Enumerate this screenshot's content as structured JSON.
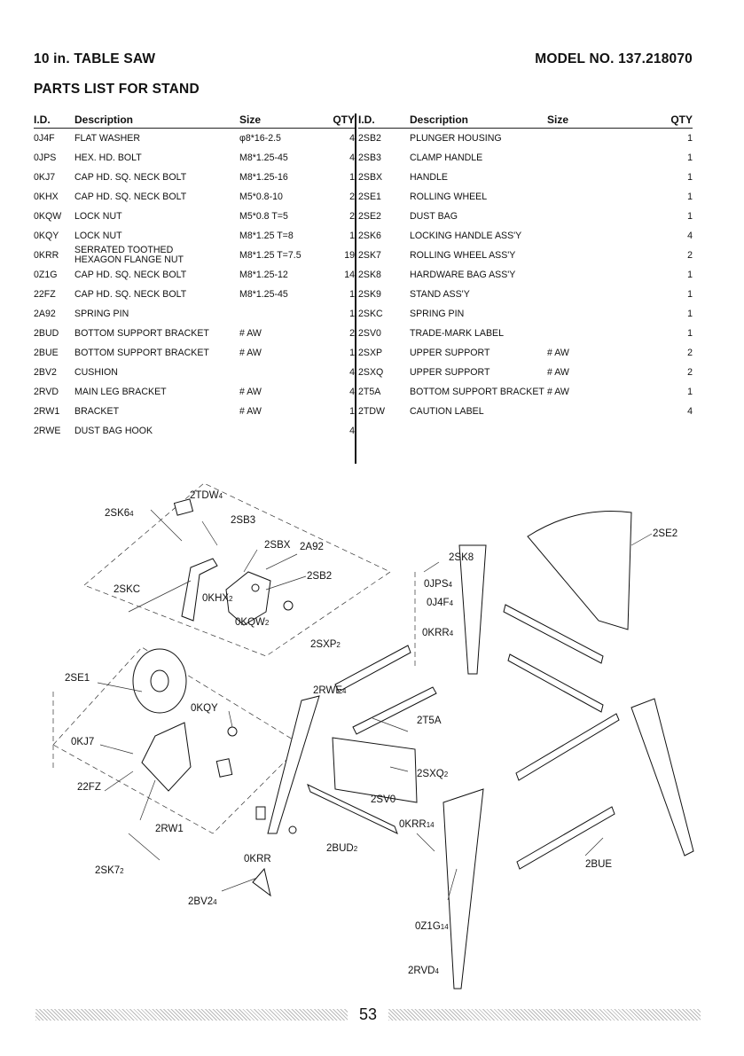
{
  "header": {
    "left": "10 in. TABLE SAW",
    "right": "MODEL NO. 137.218070",
    "subtitle": "PARTS LIST FOR STAND"
  },
  "columns": {
    "id": "I.D.",
    "description": "Description",
    "size": "Size",
    "qty": "QTY"
  },
  "parts_left": [
    {
      "id": "0J4F",
      "description": "FLAT WASHER",
      "size": "φ8*16-2.5",
      "qty": "4"
    },
    {
      "id": "0JPS",
      "description": "HEX. HD. BOLT",
      "size": "M8*1.25-45",
      "qty": "4"
    },
    {
      "id": "0KJ7",
      "description": "CAP HD. SQ. NECK BOLT",
      "size": "M8*1.25-16",
      "qty": "1"
    },
    {
      "id": "0KHX",
      "description": "CAP HD. SQ. NECK BOLT",
      "size": "M5*0.8-10",
      "qty": "2"
    },
    {
      "id": "0KQW",
      "description": "LOCK NUT",
      "size": "M5*0.8 T=5",
      "qty": "2"
    },
    {
      "id": "0KQY",
      "description": "LOCK NUT",
      "size": "M8*1.25 T=8",
      "qty": "1"
    },
    {
      "id": "0KRR",
      "description": "SERRATED TOOTHED HEXAGON FLANGE NUT",
      "size": "M8*1.25 T=7.5",
      "qty": "19"
    },
    {
      "id": "0Z1G",
      "description": "CAP HD. SQ. NECK BOLT",
      "size": "M8*1.25-12",
      "qty": "14"
    },
    {
      "id": "22FZ",
      "description": "CAP HD. SQ. NECK BOLT",
      "size": "M8*1.25-45",
      "qty": "1"
    },
    {
      "id": "2A92",
      "description": "SPRING PIN",
      "size": "",
      "qty": "1"
    },
    {
      "id": "2BUD",
      "description": "BOTTOM SUPPORT BRACKET",
      "size": "# AW",
      "qty": "2"
    },
    {
      "id": "2BUE",
      "description": "BOTTOM SUPPORT BRACKET",
      "size": "# AW",
      "qty": "1"
    },
    {
      "id": "2BV2",
      "description": "CUSHION",
      "size": "",
      "qty": "4"
    },
    {
      "id": "2RVD",
      "description": "MAIN LEG BRACKET",
      "size": "# AW",
      "qty": "4"
    },
    {
      "id": "2RW1",
      "description": "BRACKET",
      "size": "# AW",
      "qty": "1"
    },
    {
      "id": "2RWE",
      "description": "DUST BAG HOOK",
      "size": "",
      "qty": "4"
    }
  ],
  "parts_right": [
    {
      "id": "2SB2",
      "description": "PLUNGER HOUSING",
      "size": "",
      "qty": "1"
    },
    {
      "id": "2SB3",
      "description": "CLAMP HANDLE",
      "size": "",
      "qty": "1"
    },
    {
      "id": "2SBX",
      "description": "HANDLE",
      "size": "",
      "qty": "1"
    },
    {
      "id": "2SE1",
      "description": "ROLLING WHEEL",
      "size": "",
      "qty": "1"
    },
    {
      "id": "2SE2",
      "description": "DUST BAG",
      "size": "",
      "qty": "1"
    },
    {
      "id": "2SK6",
      "description": "LOCKING HANDLE ASS'Y",
      "size": "",
      "qty": "4"
    },
    {
      "id": "2SK7",
      "description": "ROLLING WHEEL ASS'Y",
      "size": "",
      "qty": "2"
    },
    {
      "id": "2SK8",
      "description": "HARDWARE BAG ASS'Y",
      "size": "",
      "qty": "1"
    },
    {
      "id": "2SK9",
      "description": "STAND ASS'Y",
      "size": "",
      "qty": "1"
    },
    {
      "id": "2SKC",
      "description": "SPRING PIN",
      "size": "",
      "qty": "1"
    },
    {
      "id": "2SV0",
      "description": "TRADE-MARK LABEL",
      "size": "",
      "qty": "1"
    },
    {
      "id": "2SXP",
      "description": "UPPER SUPPORT",
      "size": "# AW",
      "qty": "2"
    },
    {
      "id": "2SXQ",
      "description": "UPPER SUPPORT",
      "size": "# AW",
      "qty": "2"
    },
    {
      "id": "2T5A",
      "description": "BOTTOM SUPPORT BRACKET",
      "size": "# AW",
      "qty": "1"
    },
    {
      "id": "2TDW",
      "description": "CAUTION LABEL",
      "size": "",
      "qty": "4"
    }
  ],
  "callouts": {
    "tdw": {
      "id": "2TDW",
      "n": "4"
    },
    "sk6": {
      "id": "2SK6",
      "n": "4"
    },
    "sb3": {
      "id": "2SB3",
      "n": ""
    },
    "sbx": {
      "id": "2SBX",
      "n": ""
    },
    "a92": {
      "id": "2A92",
      "n": ""
    },
    "sb2": {
      "id": "2SB2",
      "n": ""
    },
    "skc": {
      "id": "2SKC",
      "n": ""
    },
    "khx": {
      "id": "0KHX",
      "n": "2"
    },
    "kqw": {
      "id": "0KQW",
      "n": "2"
    },
    "sk8": {
      "id": "2SK8",
      "n": ""
    },
    "jps": {
      "id": "0JPS",
      "n": "4"
    },
    "j4f": {
      "id": "0J4F",
      "n": "4"
    },
    "krr4": {
      "id": "0KRR",
      "n": "4"
    },
    "sxp": {
      "id": "2SXP",
      "n": "2"
    },
    "se2": {
      "id": "2SE2",
      "n": ""
    },
    "se1": {
      "id": "2SE1",
      "n": ""
    },
    "kqy": {
      "id": "0KQY",
      "n": ""
    },
    "kj7": {
      "id": "0KJ7",
      "n": ""
    },
    "fz": {
      "id": "22FZ",
      "n": ""
    },
    "rw1": {
      "id": "2RW1",
      "n": ""
    },
    "krr": {
      "id": "0KRR",
      "n": ""
    },
    "sk7": {
      "id": "2SK7",
      "n": "2"
    },
    "bv2": {
      "id": "2BV2",
      "n": "4"
    },
    "rwe": {
      "id": "2RWE",
      "n": "4"
    },
    "t5a": {
      "id": "2T5A",
      "n": ""
    },
    "sxq": {
      "id": "2SXQ",
      "n": "2"
    },
    "sv0": {
      "id": "2SV0",
      "n": ""
    },
    "krr14": {
      "id": "0KRR",
      "n": "14"
    },
    "bud": {
      "id": "2BUD",
      "n": "2"
    },
    "bue": {
      "id": "2BUE",
      "n": ""
    },
    "z1g": {
      "id": "0Z1G",
      "n": "14"
    },
    "rvd": {
      "id": "2RVD",
      "n": "4"
    }
  },
  "page_number": "53"
}
